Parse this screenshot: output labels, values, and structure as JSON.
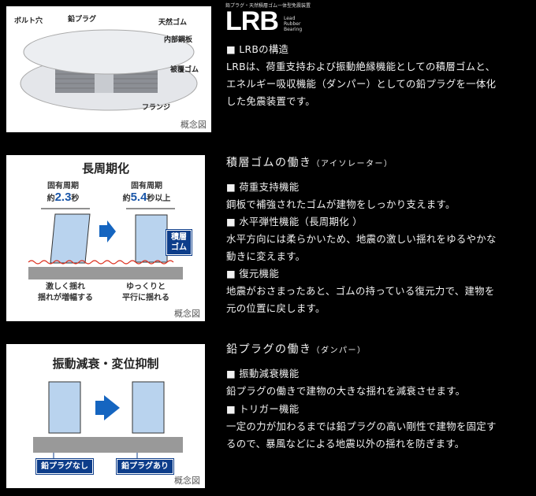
{
  "panel1": {
    "labels": [
      "ボルト穴",
      "鉛プラグ",
      "天然ゴム",
      "内部鋼板",
      "被覆ゴム",
      "フランジ"
    ],
    "note": "概念図"
  },
  "panel2": {
    "title": "長周期化",
    "left_period_label": "固有周期",
    "left_approx": "約",
    "left_value": "2.3",
    "left_unit": "秒",
    "right_period_label": "固有周期",
    "right_approx": "約",
    "right_value": "5.4",
    "right_unit": "秒以上",
    "badge_line1": "積層",
    "badge_line2": "ゴム",
    "left_caption1": "激しく揺れ",
    "left_caption2": "揺れが増幅する",
    "right_caption1": "ゆっくりと",
    "right_caption2": "平行に揺れる",
    "note": "概念図"
  },
  "panel3": {
    "title": "振動減衰・変位抑制",
    "left_badge": "鉛プラグなし",
    "right_badge": "鉛プラグあり",
    "note": "概念図"
  },
  "logo": {
    "tagline": "鉛プラグ・天然積層ゴム一体型免震装置",
    "name": "LRB",
    "sub": [
      "Lead",
      "Rubber",
      "Bearing"
    ]
  },
  "section1": {
    "bullet": "■ LRBの構造",
    "lines": [
      "LRBは、荷重支持および振動絶縁機能としての積層ゴムと、",
      "エネルギー吸収機能（ダンパー）としての鉛プラグを一体化",
      "した免震装置です。"
    ]
  },
  "section2": {
    "title": "積層ゴムの働き",
    "title_sub": "（アイソレーター）",
    "items": [
      {
        "bullet": "■ 荷重支持機能",
        "lines": [
          "鋼板で補強されたゴムが建物をしっかり支えます。"
        ]
      },
      {
        "bullet": "■ 水平弾性機能（長周期化 ）",
        "lines": [
          "水平方向には柔らかいため、地震の激しい揺れをゆるやかな",
          "動きに変えます。"
        ]
      },
      {
        "bullet": "■ 復元機能",
        "lines": [
          "地震がおさまったあと、ゴムの持っている復元力で、建物を",
          "元の位置に戻します。"
        ]
      }
    ]
  },
  "section3": {
    "title": "鉛プラグの働き",
    "title_sub": "（ダンパー）",
    "items": [
      {
        "bullet": "■ 振動減衰機能",
        "lines": [
          "鉛プラグの働きで建物の大きな揺れを減衰させます。"
        ]
      },
      {
        "bullet": "■ トリガー機能",
        "lines": [
          "一定の力が加わるまでは鉛プラグの高い剛性で建物を固定す",
          "るので、暴風などによる地震以外の揺れを防ぎます。"
        ]
      }
    ]
  }
}
